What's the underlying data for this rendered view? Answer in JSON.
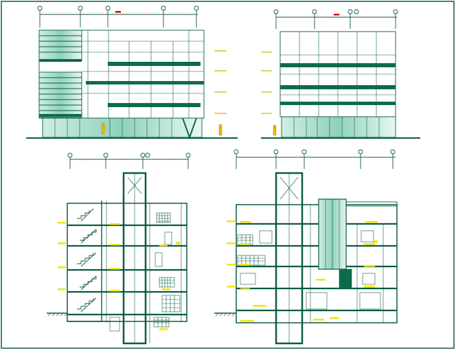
{
  "sheet": {
    "description_visible": false,
    "palette": {
      "line": "#0c5a43",
      "band": "#0d6b4c",
      "dim_red": "#cc0000",
      "label_yellow": "#f2e600",
      "glass": "#bfe3d6",
      "border": "#0c5a43"
    }
  },
  "views": {
    "front_elevation": {
      "kind": "elevation"
    },
    "side_elevation": {
      "kind": "elevation"
    },
    "section_a": {
      "kind": "section"
    },
    "section_b": {
      "kind": "section"
    }
  }
}
